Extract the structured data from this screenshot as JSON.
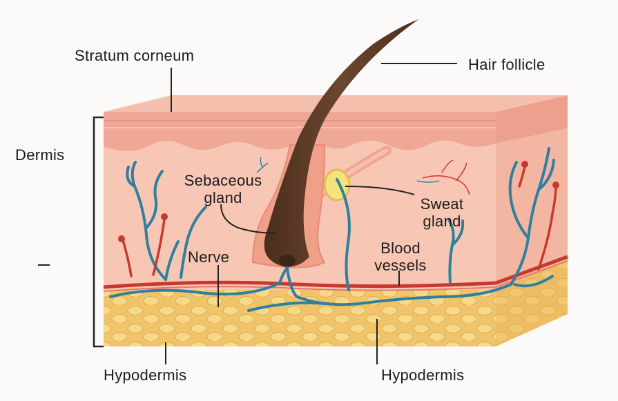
{
  "labels": {
    "stratum_corneum": "Stratum corneum",
    "hair_follicle": "Hair follicle",
    "dermis": "Dermis",
    "sebaceous_line1": "Sebaceous",
    "sebaceous_line2": "gland",
    "sweat_line1": "Sweat",
    "sweat_line2": "gland",
    "nerve": "Nerve",
    "blood_line1": "Blood",
    "blood_line2": "vessels",
    "hypodermis_left": "Hypodermis",
    "hypodermis_right": "Hypodermis"
  },
  "colors": {
    "background": "#fbfaf8",
    "epidermis": "#f3b4a3",
    "dermis": "#f7c1ad",
    "hypodermis": "#f0c46a",
    "hair": "#5a3a24",
    "nerve": "#2f7f9e",
    "artery": "#c7392c",
    "sweat_gland": "#f4e27a"
  }
}
